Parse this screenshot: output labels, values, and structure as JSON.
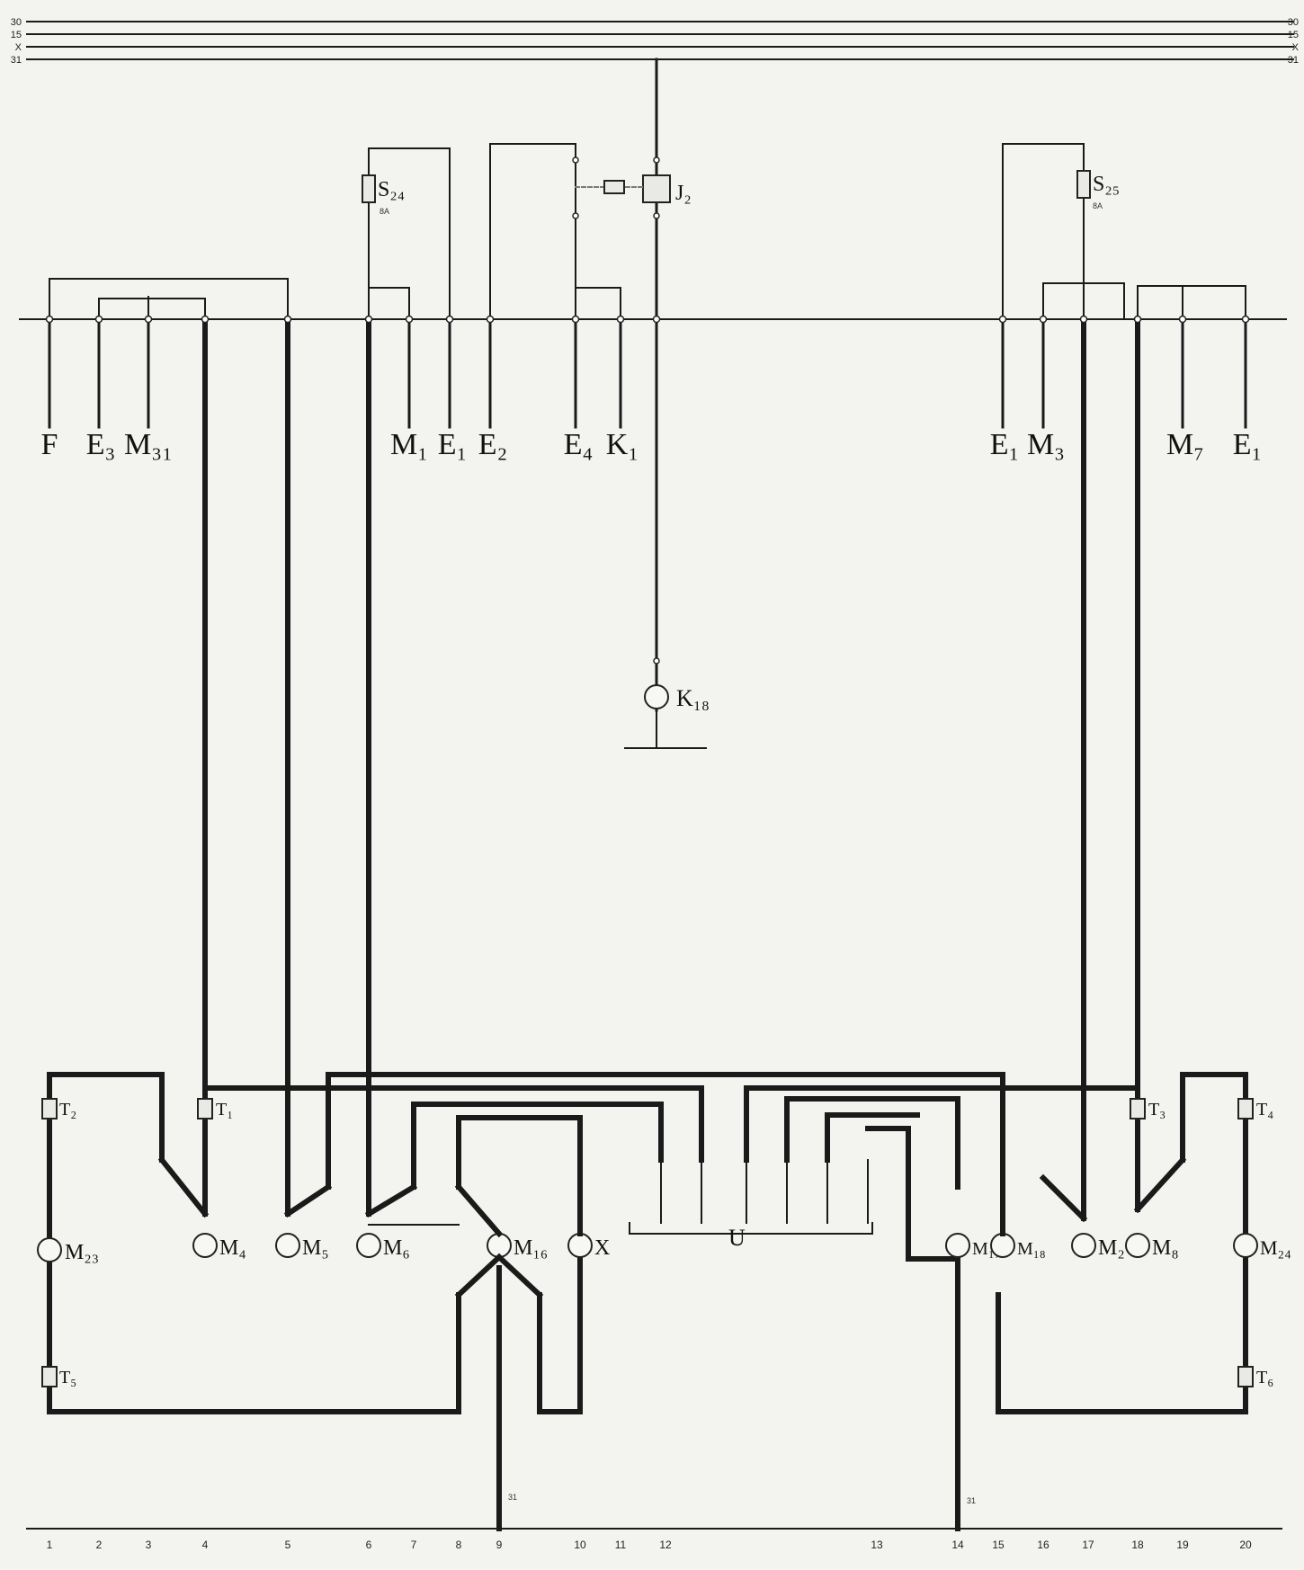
{
  "bus_labels": [
    "30",
    "15",
    "X",
    "31"
  ],
  "top_labels": [
    "F",
    "E₃",
    "M₃₁",
    "M₁",
    "E₁",
    "E₂",
    "E₄",
    "K₁",
    "E₁",
    "M₃",
    "M₇",
    "E₁"
  ],
  "fuses": [
    {
      "label": "S₂₄",
      "rating": "8A"
    },
    {
      "label": "S₂₅",
      "rating": "8A"
    }
  ],
  "relay": {
    "label": "J₂"
  },
  "k_comp": {
    "label": "K₁₈"
  },
  "motors": [
    "M₂₃",
    "M₄",
    "M₅",
    "M₆",
    "M₁₆",
    "X",
    "U",
    "M₁₇",
    "M₁₈",
    "M₂",
    "M₈",
    "M₂₄"
  ],
  "terminals": [
    "T₂",
    "T₁",
    "T₃",
    "T₄",
    "T₅",
    "T₆"
  ],
  "bottom_numbers": [
    "1",
    "2",
    "3",
    "4",
    "5",
    "6",
    "7",
    "8",
    "9",
    "10",
    "11",
    "12",
    "13",
    "14",
    "15",
    "16",
    "17",
    "18",
    "19",
    "20"
  ],
  "ground_labels": [
    "31",
    "31"
  ]
}
